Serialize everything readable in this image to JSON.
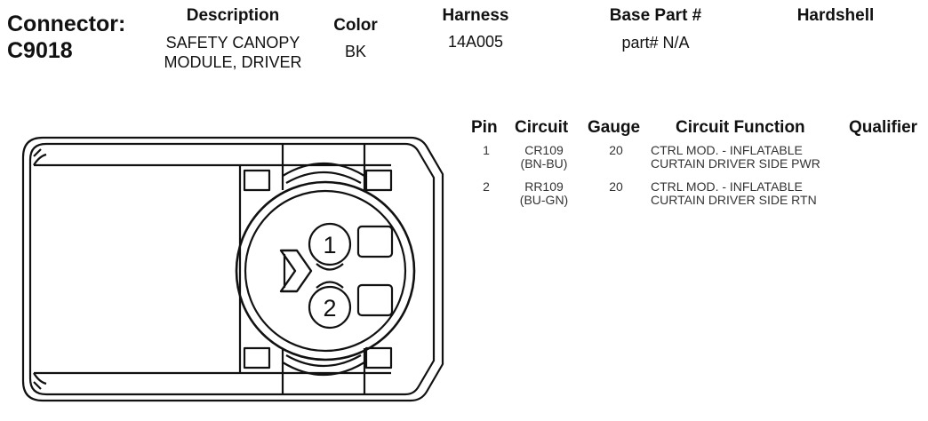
{
  "connector": {
    "label": "Connector:",
    "id": "C9018"
  },
  "description": {
    "label": "Description",
    "line1": "SAFETY CANOPY",
    "line2": "MODULE, DRIVER"
  },
  "color": {
    "label": "Color",
    "value": "BK"
  },
  "harness": {
    "label": "Harness",
    "value": "14A005"
  },
  "base_part": {
    "label": "Base Part #",
    "value": "part# N/A"
  },
  "hardshell": {
    "label": "Hardshell",
    "value": ""
  },
  "table": {
    "headers": {
      "pin": "Pin",
      "circuit": "Circuit",
      "gauge": "Gauge",
      "function": "Circuit Function",
      "qualifier": "Qualifier"
    },
    "rows": [
      {
        "pin": "1",
        "circuit": "CR109",
        "circuit_color": "(BN-BU)",
        "gauge": "20",
        "function_line1": "CTRL MOD. - INFLATABLE",
        "function_line2": "CURTAIN DRIVER SIDE PWR",
        "qualifier": ""
      },
      {
        "pin": "2",
        "circuit": "RR109",
        "circuit_color": "(BU-GN)",
        "gauge": "20",
        "function_line1": "CTRL MOD. - INFLATABLE",
        "function_line2": "CURTAIN DRIVER SIDE RTN",
        "qualifier": ""
      }
    ]
  },
  "diagram": {
    "pin1_label": "1",
    "pin2_label": "2"
  }
}
